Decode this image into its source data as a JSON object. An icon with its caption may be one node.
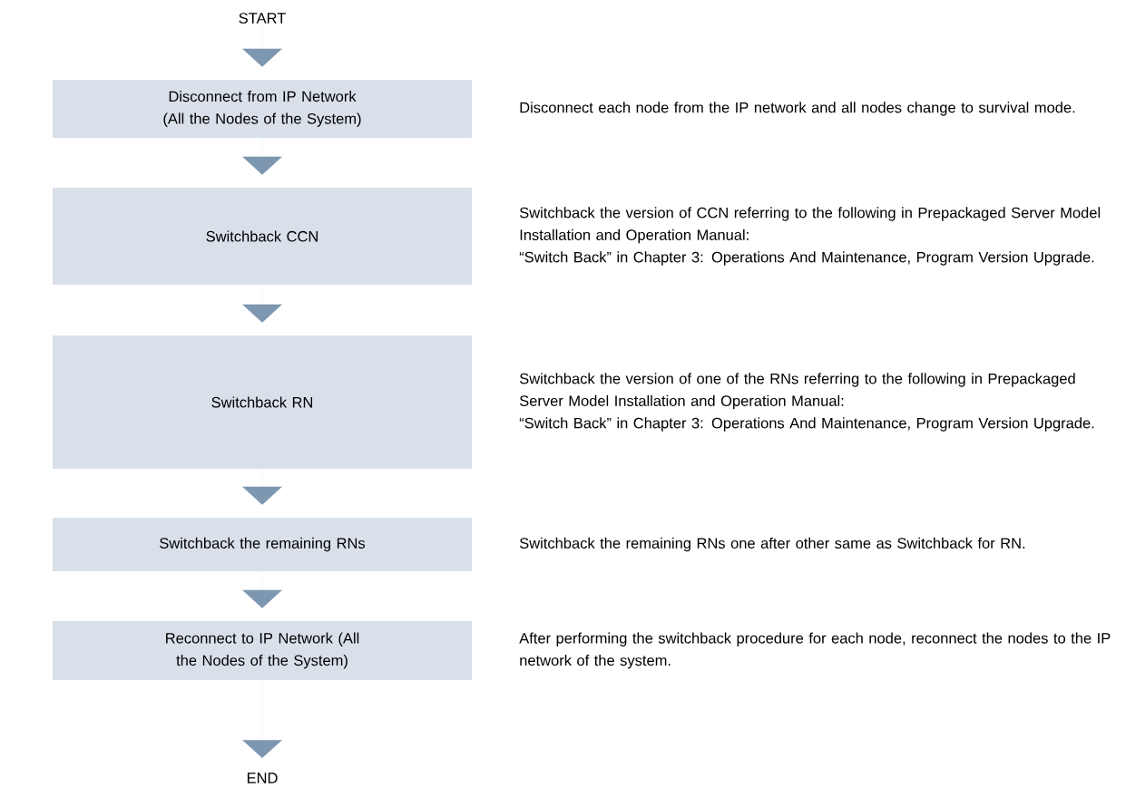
{
  "diagram": {
    "nodes": [
      {
        "text": [
          "START"
        ]
      },
      {
        "text": [
          "Disconnect from IP Network (All the Nodes of the System)"
        ],
        "beside": [
          "Disconnect each node from the IP network and all nodes change to survival mode."
        ]
      },
      {
        "text": [
          "Switchback CCN"
        ],
        "beside": [
          "Switchback the version of CCN referring to the following in Prepackaged Server Model Installation and Operation Manual:",
          "“Switch Back” in Chapter 3: Operations And Maintenance, Program Version Upgrade."
        ]
      },
      {
        "text": [
          "Switchback RN"
        ],
        "beside": [
          "Switchback the version of one of the RNs referring to the following in Prepackaged Server Model Installation and Operation Manual:",
          "“Switch Back” in Chapter 3: Operations And Maintenance, Program Version Upgrade."
        ]
      },
      {
        "text": [
          "Switchback the remaining RNs"
        ],
        "beside": [
          "Switchback the remaining RNs one after other same as Switchback for RN."
        ]
      },
      {
        "text": [
          "Reconnect to IP Network (All the Nodes of the System)"
        ],
        "beside": [
          "After performing the switchback procedure for each node, reconnect the nodes to the IP network of the system."
        ]
      },
      {
        "text": [
          "END"
        ]
      }
    ],
    "edges": [
      {
        "from": 0,
        "to": 1,
        "arrow": "to"
      },
      {
        "from": 1,
        "to": 2,
        "arrow": "to"
      },
      {
        "from": 2,
        "to": 3,
        "arrow": "to"
      },
      {
        "from": 3,
        "to": 4,
        "arrow": "to"
      },
      {
        "from": 4,
        "to": 5,
        "arrow": "to"
      },
      {
        "from": 5,
        "to": 6,
        "arrow": "to"
      }
    ]
  }
}
